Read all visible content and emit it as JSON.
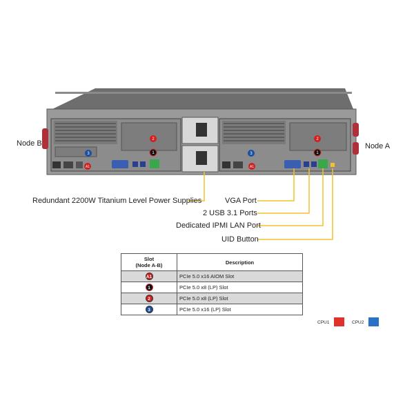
{
  "callouts": {
    "node_b": "Node B",
    "node_a": "Node A",
    "power_supplies": "Redundant 2200W Titanium Level Power Supplies",
    "vga_port": "VGA Port",
    "usb_ports": "2 USB 3.1 Ports",
    "ipmi_lan": "Dedicated IPMI LAN Port",
    "uid_button": "UID Button"
  },
  "table": {
    "header_slot": "Slot",
    "header_slot_sub": "(Node A-B)",
    "header_description": "Description",
    "rows": [
      {
        "badge": "A1",
        "badge_color": "#d11f1f",
        "description": "PCIe 5.0 x16 AIOM Slot"
      },
      {
        "badge": "1",
        "badge_color": "#111111",
        "description": "PCIe 5.0 x8 (LP) Slot"
      },
      {
        "badge": "2",
        "badge_color": "#d11f1f",
        "description": "PCIe 5.0 x8 (LP) Slot"
      },
      {
        "badge": "3",
        "badge_color": "#1a4fa0",
        "description": "PCIe 5.0 x16 (LP) Slot"
      }
    ]
  },
  "legend": {
    "cpu1_label": "CPU1",
    "cpu1_color": "#e0322a",
    "cpu2_label": "CPU2",
    "cpu2_color": "#2a73c4"
  },
  "colors": {
    "callout_line": "#f2c12e"
  }
}
